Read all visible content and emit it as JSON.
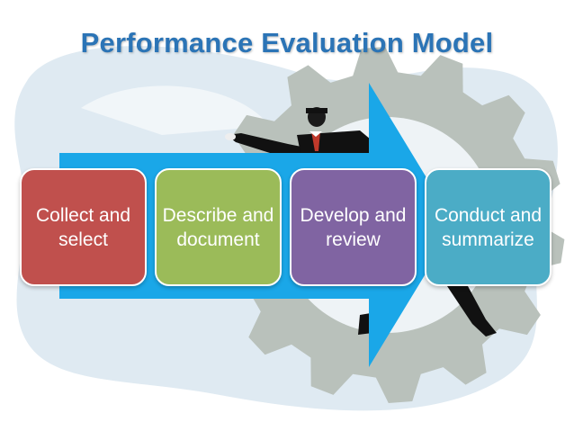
{
  "title": "Performance Evaluation Model",
  "steps": [
    {
      "label": "Collect and select",
      "color": "#c0504d"
    },
    {
      "label": "Describe and document",
      "color": "#9bbb59"
    },
    {
      "label": "Develop and review",
      "color": "#8064a2"
    },
    {
      "label": "Conduct and summarize",
      "color": "#4bacc6"
    }
  ],
  "colors": {
    "title": "#2b74b6",
    "arrow": "#1aa7e8",
    "gear": "#b9c1bb",
    "background_blob": "#dfeaf2"
  },
  "decorations": [
    "background-blob",
    "gear-illustration",
    "running-businessman-illustration",
    "process-arrow"
  ]
}
